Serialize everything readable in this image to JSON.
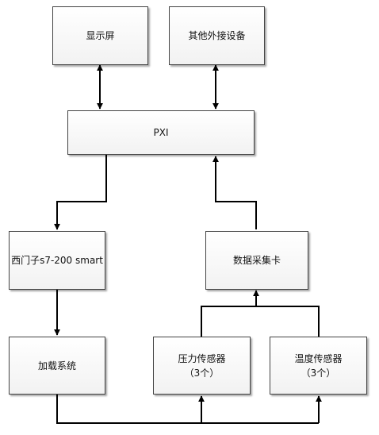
{
  "diagram": {
    "nodes": {
      "display": {
        "label": "显示屏"
      },
      "peripherals": {
        "label": "其他外接设备"
      },
      "pxi": {
        "label": "PXI"
      },
      "plc": {
        "label": "西门子s7-200 smart"
      },
      "daq": {
        "label": "数据采集卡"
      },
      "loading": {
        "label": "加载系统"
      },
      "pressure": {
        "label": "压力传感器",
        "sublabel": "（3个）"
      },
      "temperature": {
        "label": "温度传感器",
        "sublabel": "（3个）"
      }
    },
    "edges": [
      {
        "from": "display",
        "to": "pxi",
        "direction": "both"
      },
      {
        "from": "peripherals",
        "to": "pxi",
        "direction": "both"
      },
      {
        "from": "pxi",
        "to": "plc",
        "direction": "forward"
      },
      {
        "from": "daq",
        "to": "pxi",
        "direction": "forward"
      },
      {
        "from": "plc",
        "to": "loading",
        "direction": "forward"
      },
      {
        "from": "pressure",
        "to": "daq",
        "direction": "forward"
      },
      {
        "from": "temperature",
        "to": "daq",
        "direction": "forward"
      },
      {
        "from": "loading",
        "to": "pressure",
        "direction": "forward"
      },
      {
        "from": "loading",
        "to": "temperature",
        "direction": "forward"
      }
    ],
    "line_color": "#000000",
    "box_border_color": "#444444"
  }
}
